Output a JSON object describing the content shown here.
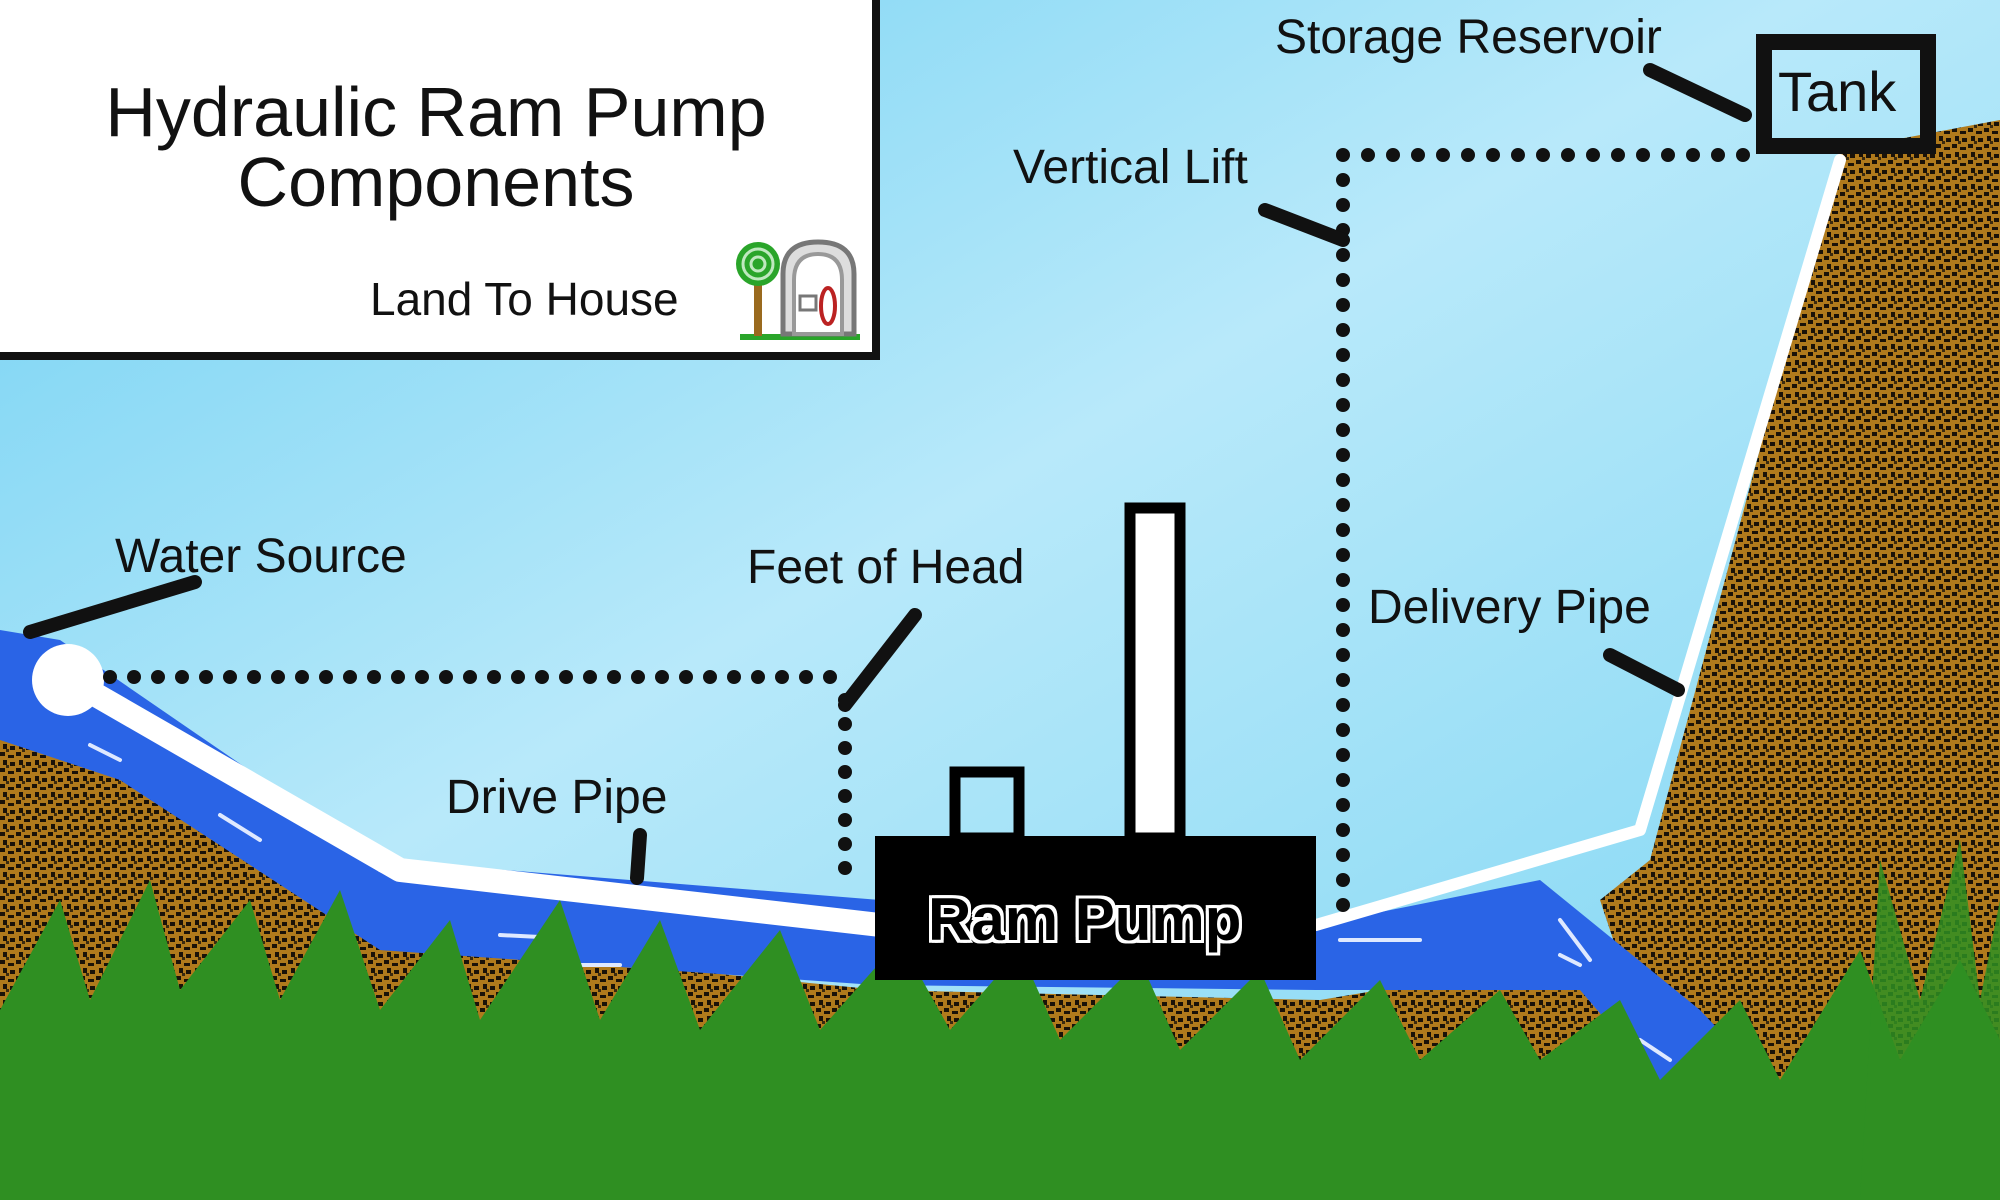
{
  "title": {
    "line1": "Hydraulic Ram Pump",
    "line2": "Components",
    "brand": "Land To House"
  },
  "labels": {
    "storage_reservoir": "Storage Reservoir",
    "tank": "Tank",
    "vertical_lift": "Vertical Lift",
    "water_source": "Water Source",
    "feet_of_head": "Feet of Head",
    "drive_pipe": "Drive Pipe",
    "delivery_pipe": "Delivery Pipe",
    "ram_pump": "Ram Pump"
  },
  "colors": {
    "sky": "#7fd6f2",
    "water": "#2a64e6",
    "pipe": "#ffffff",
    "soil": "#b07a1c",
    "soil_dark": "#1a1208",
    "grass": "#2f8f22",
    "ink": "#111111"
  }
}
